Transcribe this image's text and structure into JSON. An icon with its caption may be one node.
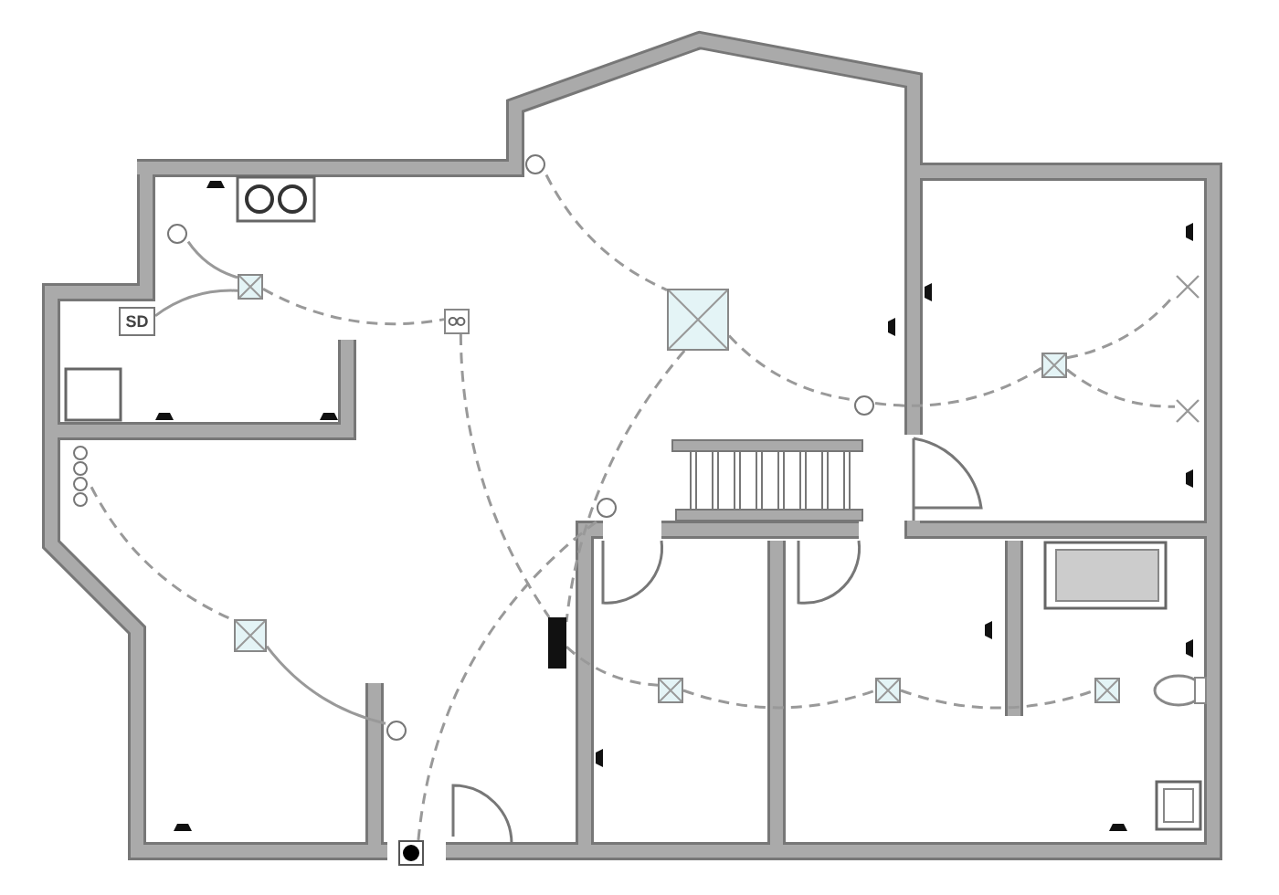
{
  "diagram": {
    "nodes": [
      {
        "text": [],
        "shape": "circle"
      },
      {
        "text": [],
        "shape": "circle"
      },
      {
        "text": [],
        "shape": "cross"
      },
      {
        "text": [],
        "shape": "box"
      },
      {
        "text": [
          "SD"
        ]
      },
      {
        "text": [],
        "shape": "box"
      },
      {
        "text": [],
        "shape": "box"
      },
      {
        "text": [],
        "shape": "box"
      },
      {
        "text": [],
        "shape": "circle"
      },
      {
        "text": [],
        "shape": "cross"
      },
      {
        "text": [],
        "shape": "picture"
      },
      {
        "text": [],
        "shape": "circle"
      },
      {
        "text": [],
        "shape": "box"
      },
      {
        "text": [],
        "shape": "bar"
      },
      {
        "text": [],
        "shape": "box"
      },
      {
        "text": [],
        "shape": "box"
      },
      {
        "text": [],
        "shape": "box"
      },
      {
        "text": [],
        "shape": "circle"
      },
      {
        "text": [],
        "shape": "circle"
      }
    ],
    "edges": [
      {
        "from": 1,
        "to": 3,
        "arrow": "none"
      },
      {
        "from": 3,
        "to": 4,
        "arrow": "none"
      },
      {
        "from": 3,
        "to": 5,
        "arrow": "none",
        "style": "dashed"
      },
      {
        "from": 5,
        "to": 13,
        "arrow": "none",
        "style": "dashed"
      },
      {
        "from": 6,
        "to": 13,
        "arrow": "none",
        "style": "dashed"
      },
      {
        "from": 0,
        "to": 6,
        "arrow": "none",
        "style": "dashed"
      },
      {
        "from": 6,
        "to": 8,
        "arrow": "none",
        "style": "dashed"
      },
      {
        "from": 8,
        "to": 7,
        "arrow": "none",
        "style": "dashed"
      },
      {
        "from": 7,
        "to": 2,
        "arrow": "none",
        "style": "dashed"
      },
      {
        "from": 7,
        "to": 9,
        "arrow": "none",
        "style": "dashed"
      },
      {
        "from": 10,
        "to": 12,
        "arrow": "none",
        "style": "dashed"
      },
      {
        "from": 12,
        "to": 17,
        "arrow": "none"
      },
      {
        "from": 18,
        "to": 11,
        "arrow": "none",
        "style": "dashed"
      },
      {
        "from": 13,
        "to": 14,
        "arrow": "none",
        "style": "dashed"
      },
      {
        "from": 14,
        "to": 15,
        "arrow": "none",
        "style": "dashed"
      },
      {
        "from": 15,
        "to": 16,
        "arrow": "none",
        "style": "dashed"
      }
    ]
  }
}
